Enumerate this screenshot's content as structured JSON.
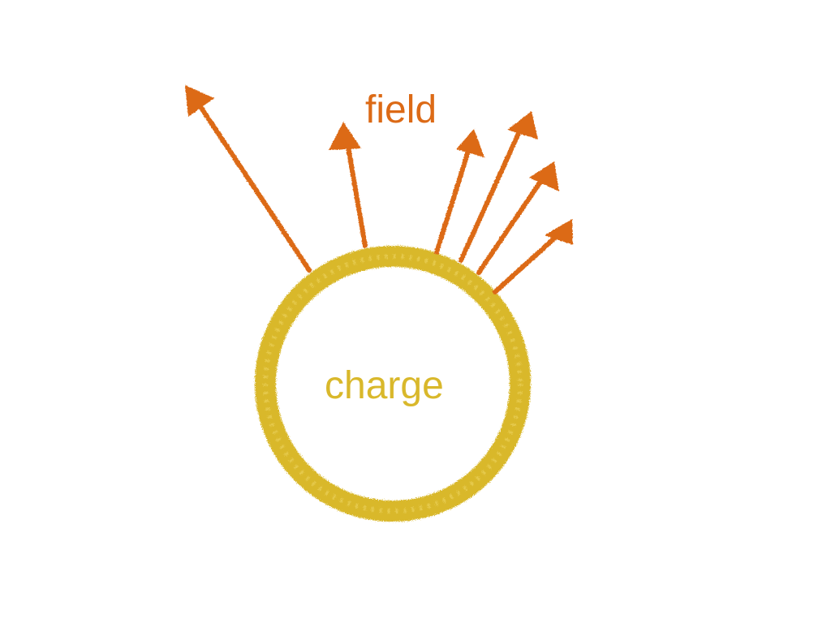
{
  "diagram": {
    "field_label": "field",
    "charge_label": "charge",
    "colors": {
      "field": "#dc6a16",
      "charge": "#d9b82b",
      "background": "#ffffff"
    },
    "field_line_count": 6
  }
}
